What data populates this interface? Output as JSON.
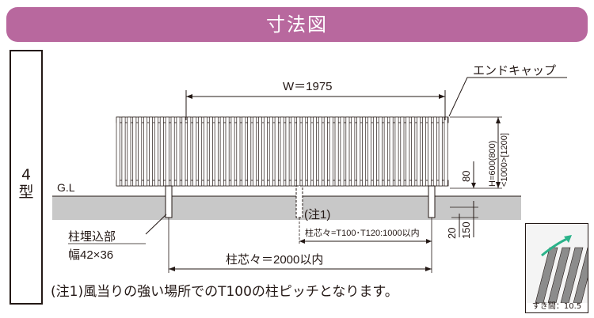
{
  "header": {
    "title": "寸法図"
  },
  "type_label": {
    "number": "4",
    "suffix": "型"
  },
  "drawing": {
    "end_cap_label": "エンドキャップ",
    "width_label": "W＝1975",
    "ground_label": "G.L",
    "height_label": "H=600(800)",
    "height_label_alt": "<1000>[1200]",
    "dim_80": "80",
    "dim_150": "150",
    "dim_20": "20",
    "note_ref": "(注1)",
    "post_pitch_condition": "柱芯々=T100･T120:1000以内",
    "post_embed_label": "柱埋込部",
    "post_size_label": "幅42×36",
    "post_pitch_label": "柱芯々＝2000以内"
  },
  "footnote": {
    "text": "(注1)風当りの強い場所でのT100の柱ピッチとなります。"
  },
  "inset": {
    "caption": "すき間：10.5"
  },
  "colors": {
    "header_bg": "#b8689e",
    "ground": "#c8c8c8",
    "line": "#231815",
    "arrow": "#2bb38a"
  }
}
